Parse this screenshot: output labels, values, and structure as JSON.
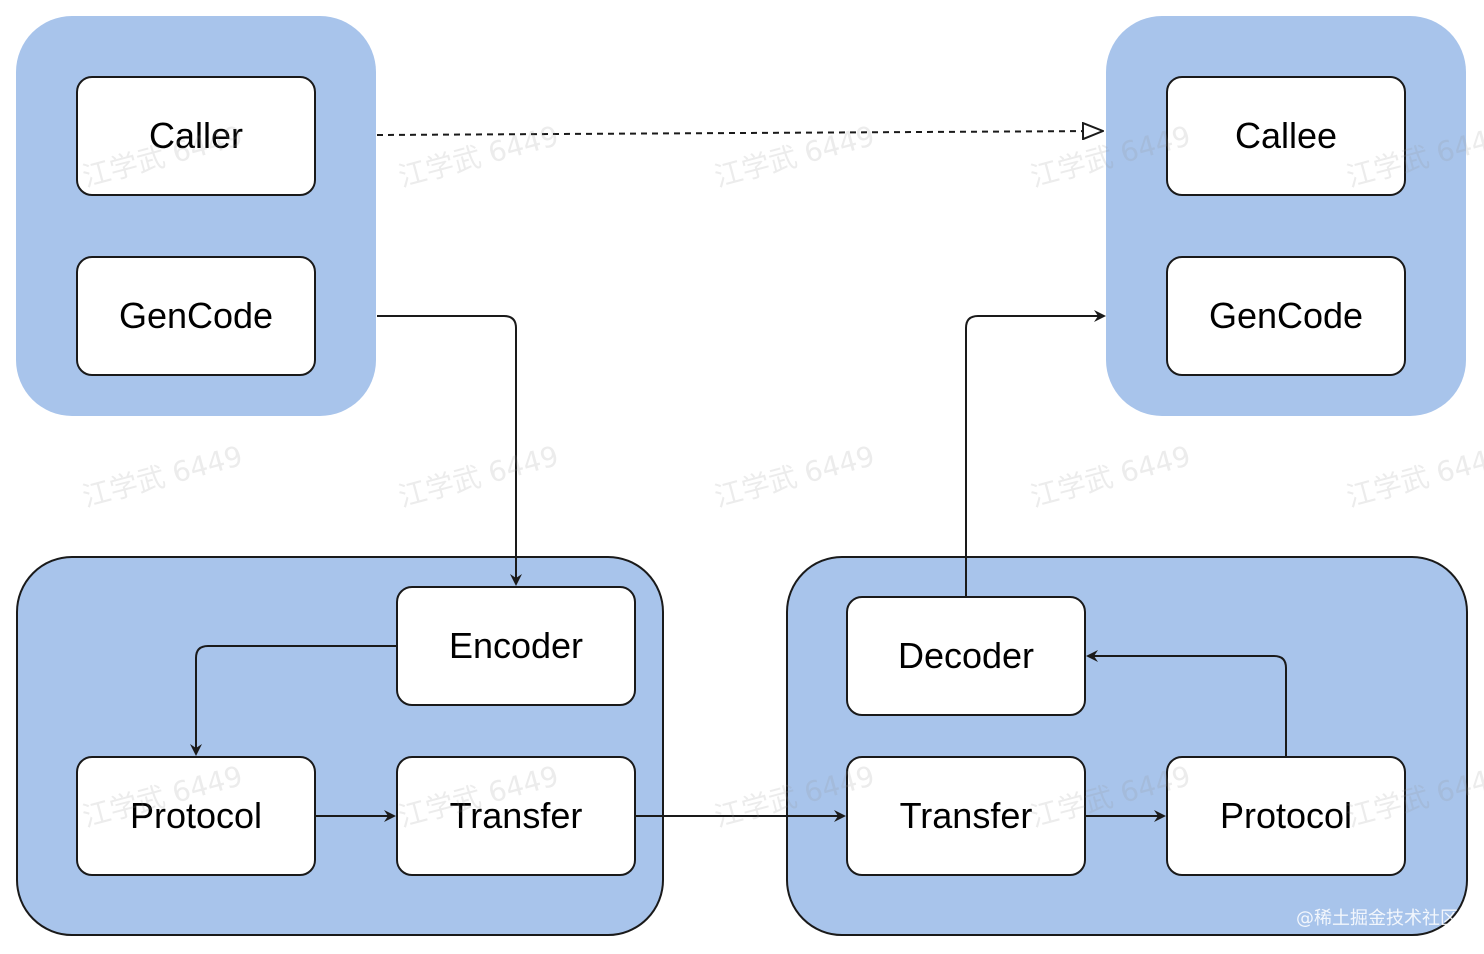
{
  "nodes": {
    "caller": "Caller",
    "caller_gencode": "GenCode",
    "callee": "Callee",
    "callee_gencode": "GenCode",
    "encoder": "Encoder",
    "client_protocol": "Protocol",
    "client_transfer": "Transfer",
    "decoder": "Decoder",
    "server_transfer": "Transfer",
    "server_protocol": "Protocol"
  },
  "watermark": "江学武 6449",
  "credit": "@稀土掘金技术社区",
  "colors": {
    "group_fill": "#a8c4eb",
    "node_fill": "#ffffff",
    "stroke": "#1a1a1a"
  }
}
